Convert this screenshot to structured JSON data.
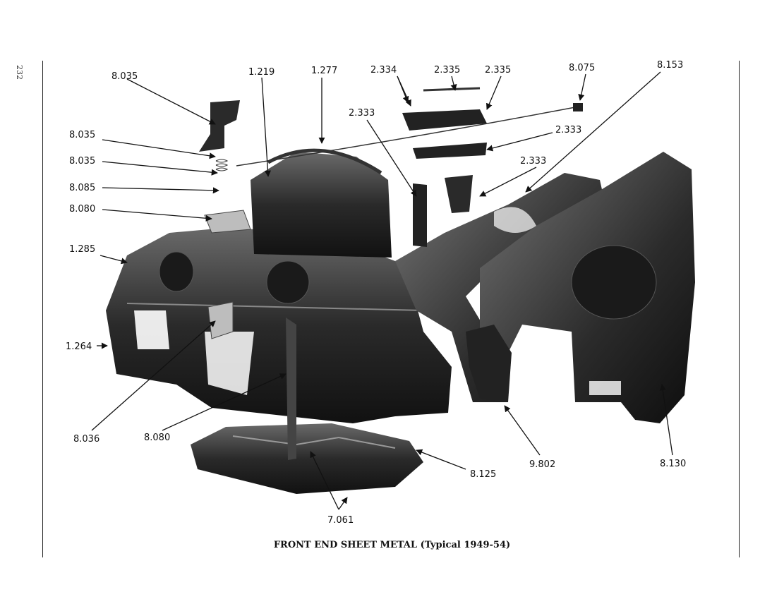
{
  "page": {
    "number": "232"
  },
  "caption": {
    "main": "FRONT END SHEET METAL",
    "sub": "(Typical 1949-54)"
  },
  "callouts": [
    "8.035",
    "1.219",
    "1.277",
    "2.334",
    "2.335",
    "2.335",
    "8.075",
    "8.153",
    "2.333",
    "2.333",
    "8.035",
    "8.035",
    "2.333",
    "8.085",
    "8.080",
    "1.285",
    "1.264",
    "8.036",
    "8.080",
    "8.125",
    "9.802",
    "8.130",
    "7.061"
  ]
}
